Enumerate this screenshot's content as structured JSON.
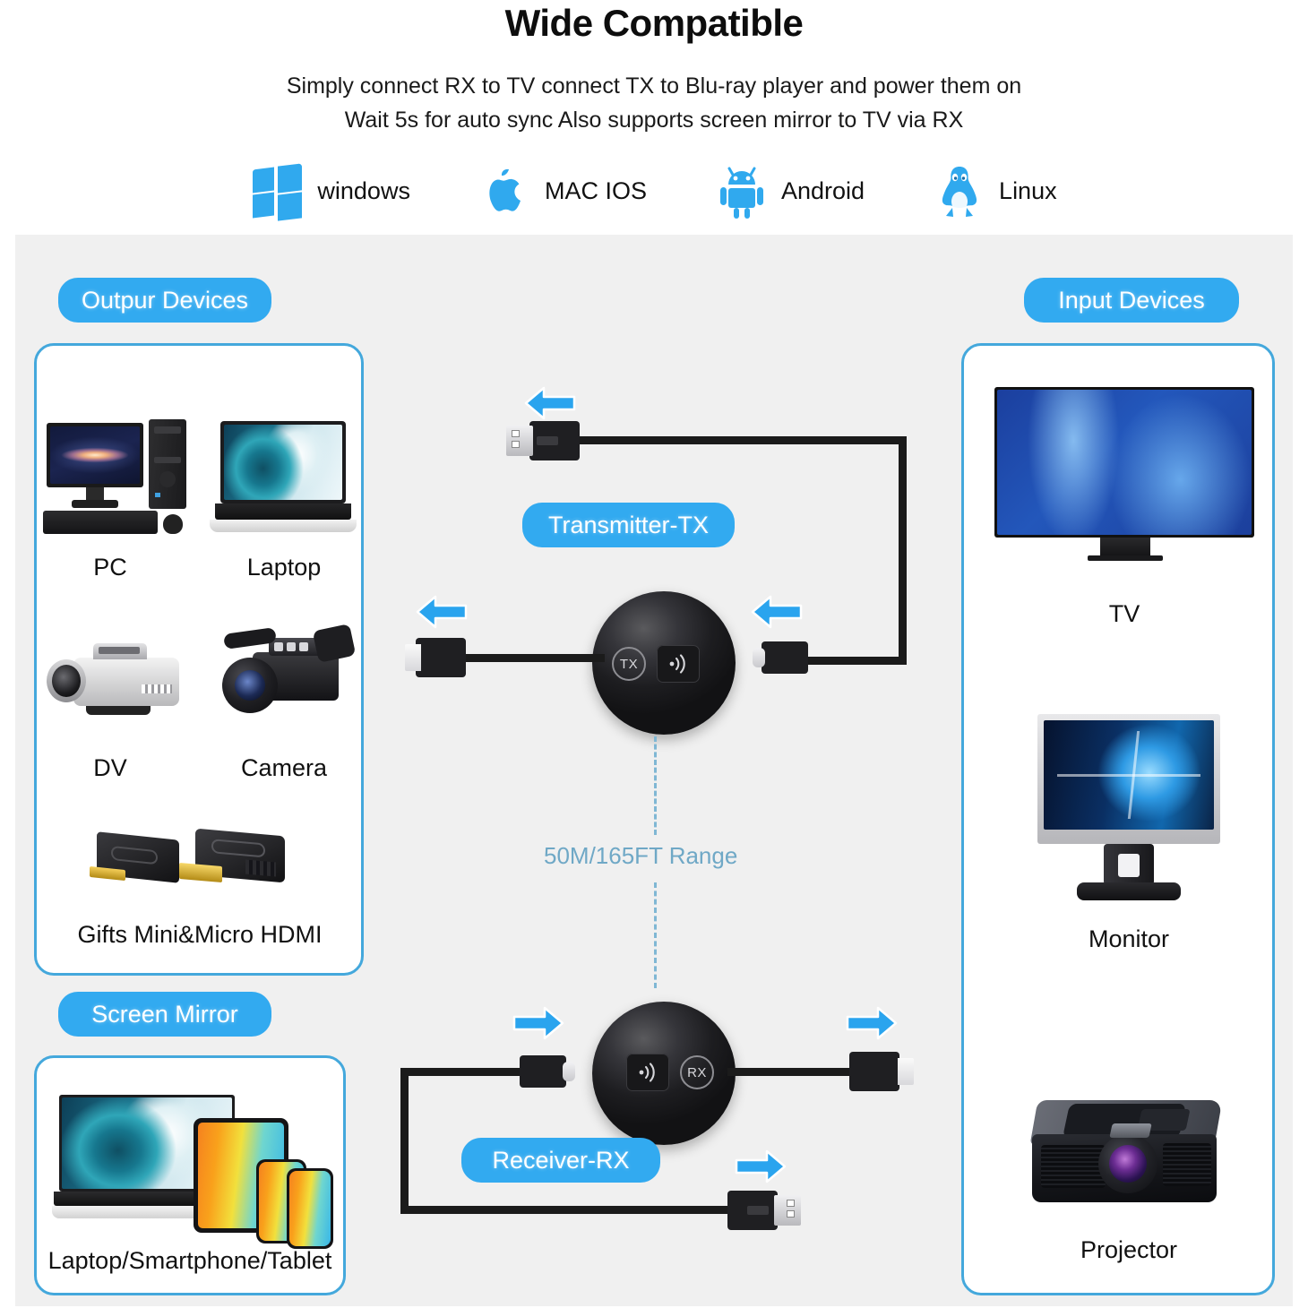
{
  "header": {
    "title": "Wide Compatible",
    "subtitle_line1": "Simply connect RX to TV connect TX to Blu-ray player and power them on",
    "subtitle_line2": "Wait 5s for auto sync Also supports screen mirror to TV via RX"
  },
  "os_support": [
    {
      "icon": "windows-logo-icon",
      "label": "windows"
    },
    {
      "icon": "apple-logo-icon",
      "label": "MAC IOS"
    },
    {
      "icon": "android-robot-icon",
      "label": "Android"
    },
    {
      "icon": "linux-penguin-icon",
      "label": "Linux"
    }
  ],
  "badges": {
    "output_devices": "Outpur Devices",
    "input_devices": "Input Devices",
    "screen_mirror": "Screen Mirror",
    "transmitter": "Transmitter-TX",
    "receiver": "Receiver-RX"
  },
  "output_devices": [
    {
      "icon": "desktop-pc-icon",
      "label": "PC"
    },
    {
      "icon": "laptop-icon",
      "label": "Laptop"
    },
    {
      "icon": "camcorder-icon",
      "label": "DV"
    },
    {
      "icon": "video-camera-icon",
      "label": "Camera"
    },
    {
      "icon": "hdmi-adapters-icon",
      "label": "Gifts Mini&Micro HDMI"
    }
  ],
  "screen_mirror_devices": {
    "icon": "laptop-tablet-phones-icon",
    "label": "Laptop/Smartphone/Tablet"
  },
  "input_devices": [
    {
      "icon": "tv-icon",
      "label": "TV"
    },
    {
      "icon": "monitor-icon",
      "label": "Monitor"
    },
    {
      "icon": "projector-icon",
      "label": "Projector"
    }
  ],
  "range": {
    "label": "50M/165FT Range"
  },
  "devices": {
    "tx_button_label": "TX",
    "rx_button_label": "RX",
    "wifi_button_icon": "wifi-signal-icon"
  },
  "connectors": {
    "tx_power": "usb-a-connector",
    "tx_hdmi": "hdmi-connector",
    "tx_source": "usb-c-connector",
    "rx_hdmi": "hdmi-connector",
    "rx_usbc": "usb-c-connector",
    "rx_power": "usb-a-connector"
  },
  "arrows": {
    "tx_power_dir": "arrow-left-icon",
    "tx_hdmi_dir": "arrow-left-icon",
    "tx_source_dir": "arrow-left-icon",
    "rx_usbc_dir": "arrow-right-icon",
    "rx_hdmi_dir": "arrow-right-icon",
    "rx_power_dir": "arrow-right-icon"
  },
  "colors": {
    "accent_blue": "#32AAF0",
    "panel_border": "#44A8DC",
    "body_bg": "#F0F0F0",
    "range_text": "#6FA8C6",
    "cable_black": "#1B1B1B"
  }
}
